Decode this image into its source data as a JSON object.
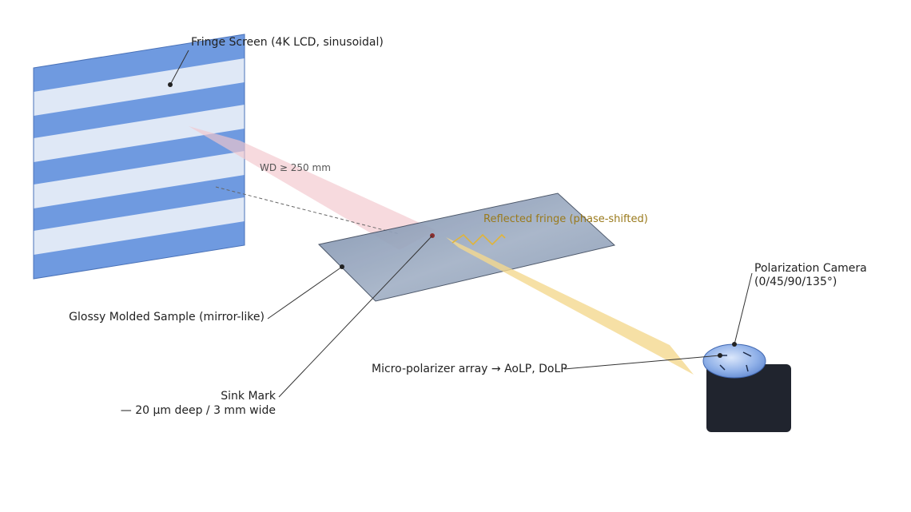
{
  "labels": {
    "fringe_screen": "Fringe Screen (4K LCD, sinusoidal)",
    "working_distance": "WD ≥ 250 mm",
    "reflected_fringe": "Reflected fringe (phase-shifted)",
    "sample": "Glossy Molded Sample (mirror-like)",
    "sink_mark_line1": "Sink Mark",
    "sink_mark_line2": "— 20 μm deep / 3 mm wide",
    "camera_line1": "Polarization Camera",
    "camera_line2": "(0/45/90/135°)",
    "micro_polarizer": "Micro-polarizer array → AoLP, DoLP"
  },
  "colors": {
    "fringe_dark": "#6f9ae0",
    "fringe_light": "#dfe8f6",
    "incident_beam": "#f2c6cc",
    "reflected_beam": "#f4d88f",
    "sample_plate": "#8a9bb5",
    "camera_body": "#20242e",
    "camera_lens": "#8fb0e8",
    "wave": "#e0b43a"
  },
  "icons": {
    "wave": "zigzag-wave-icon"
  }
}
